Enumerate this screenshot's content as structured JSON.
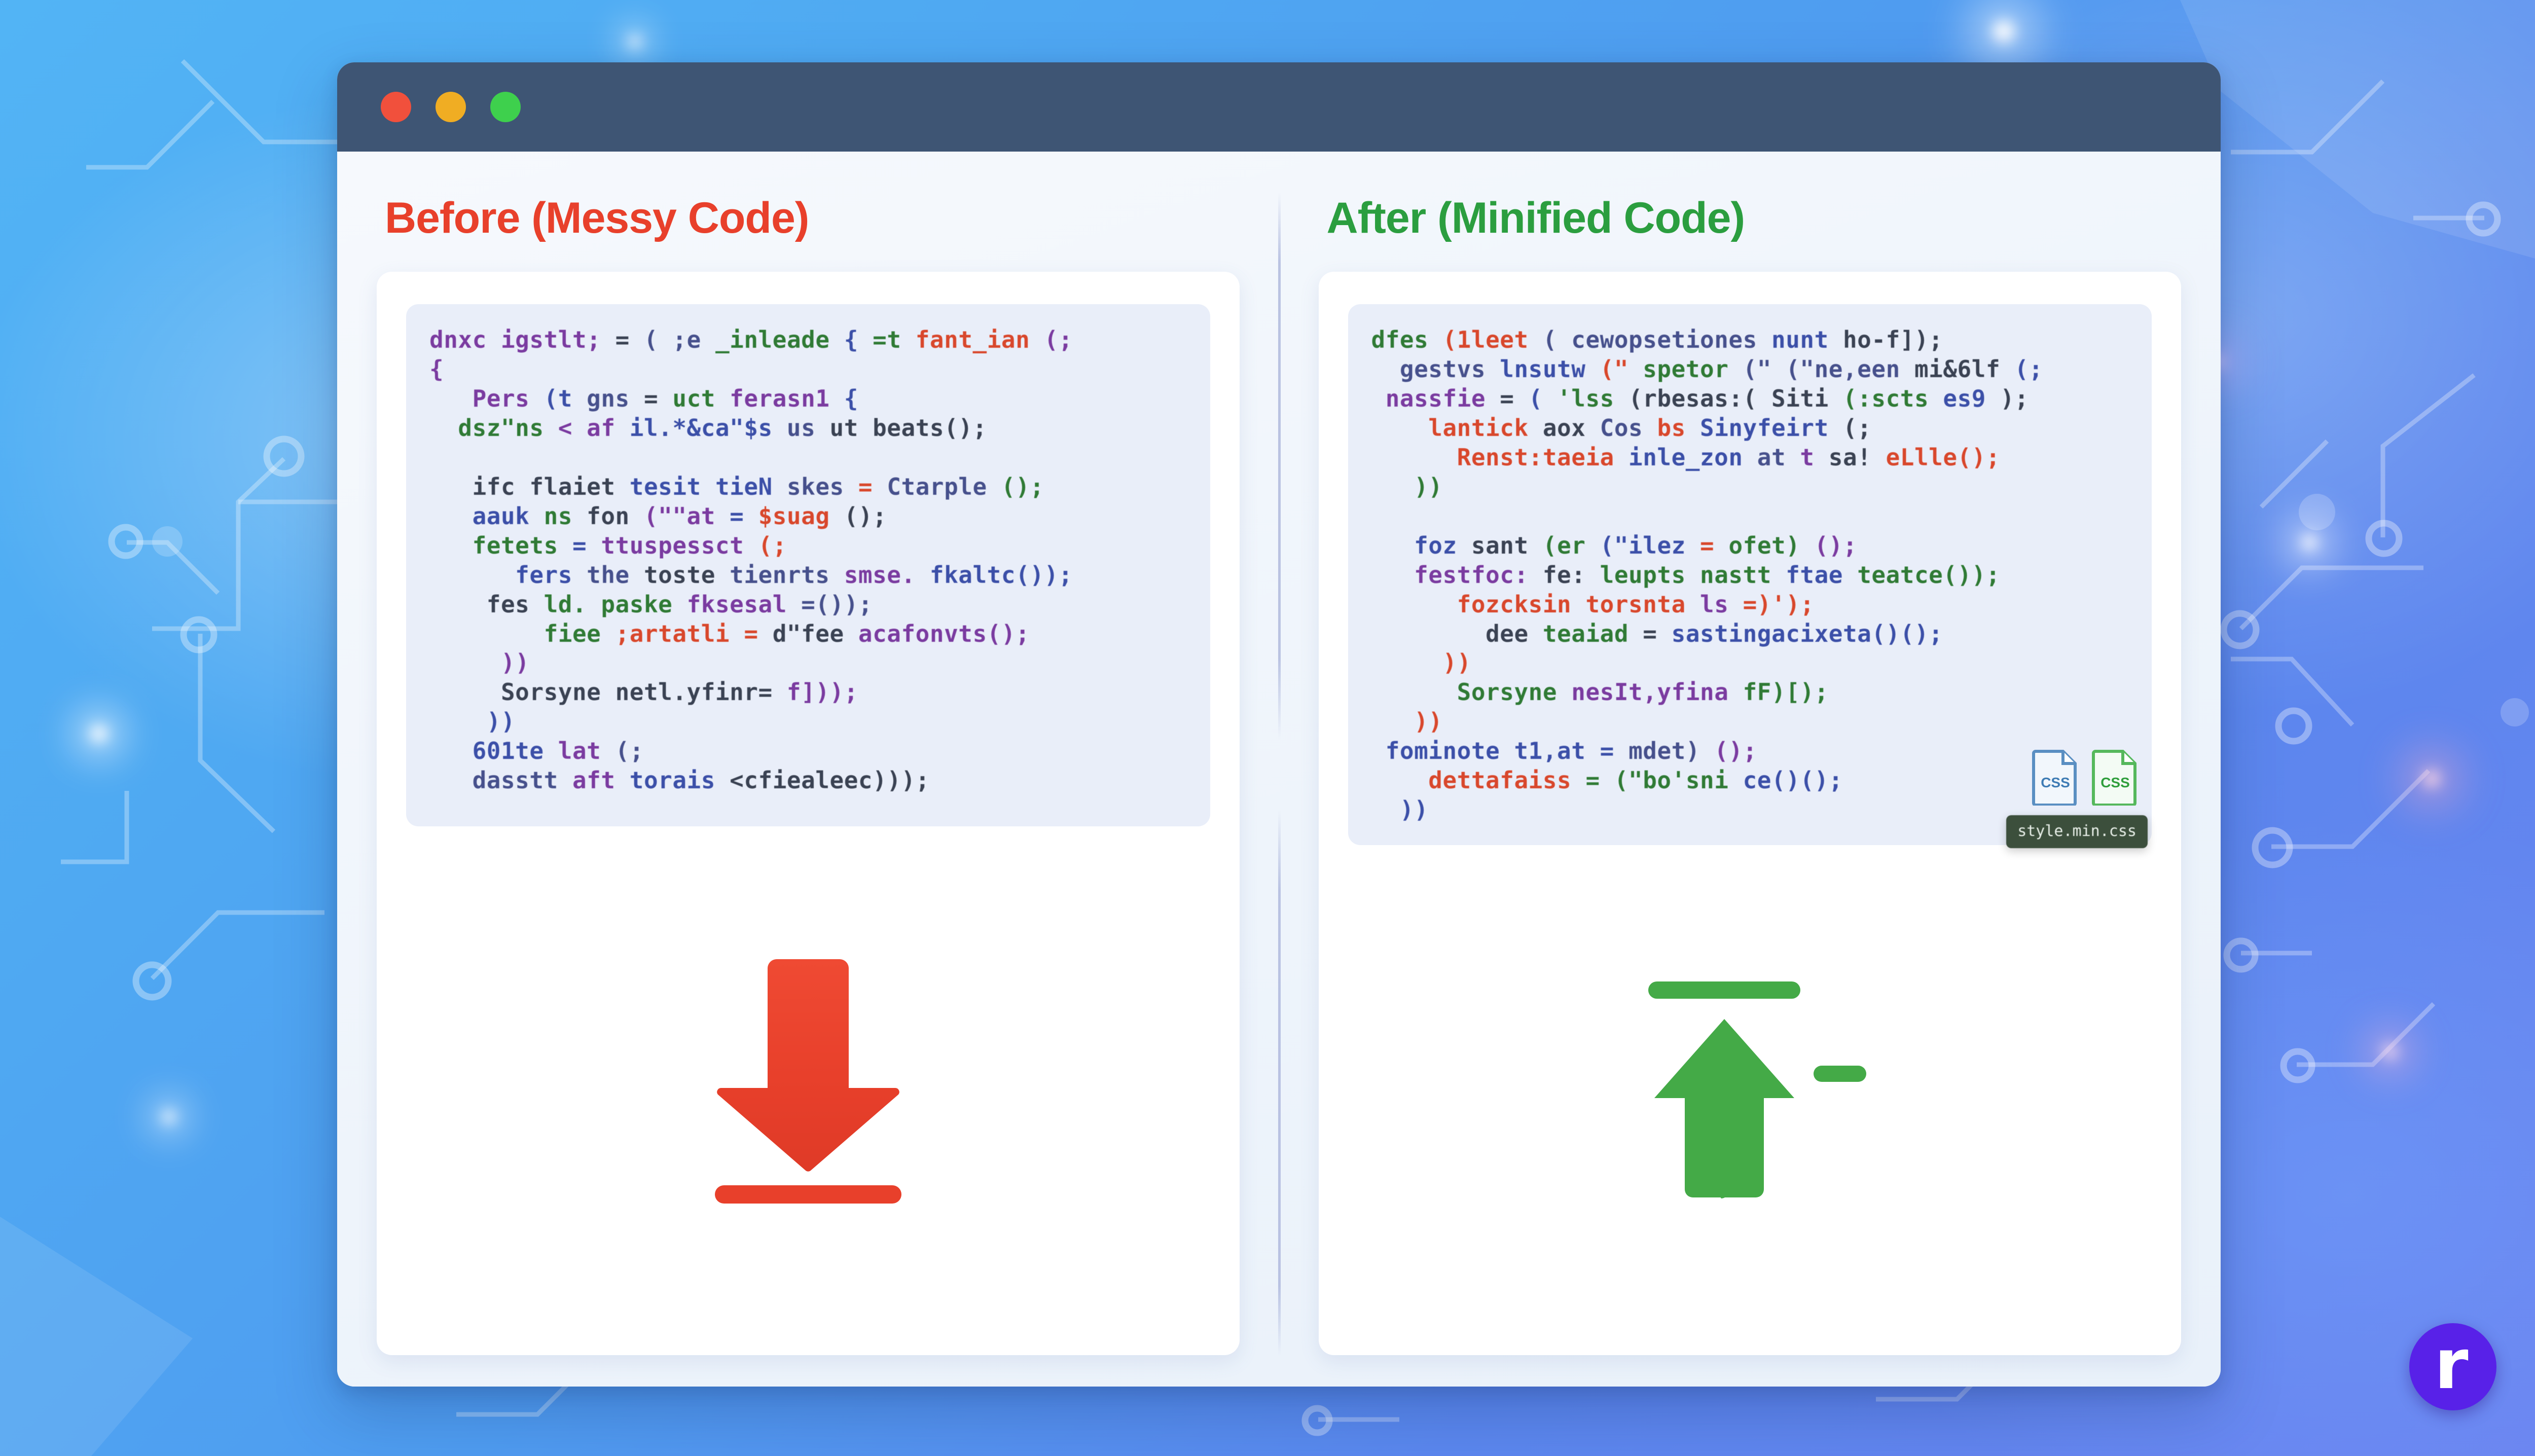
{
  "window": {
    "titlebar": {
      "close_label": "close",
      "minimize_label": "minimize",
      "maximize_label": "maximize"
    }
  },
  "panels": {
    "left": {
      "title": "Before (Messy Code)",
      "title_color": "#e8402b",
      "code_lines": [
        "dnxc igstlt; = ( ;e _inleade { =t fant_ian (;",
        "{",
        "   Pers (t gns = uct ferasn1 {",
        "  dsz\"ns < af il.*&ca\"$s us ut beats();",
        "",
        "   ifc flaiet tesit tieN skes = Ctarple ();",
        "   aauk ns fon (\"\"at = $suag ();",
        "   fetets = ttuspessct (;",
        "      fers the toste tienrts smse. fkaltc());",
        "    fes ld. paske fksesal =());",
        "        fiee ;artatli = d\"fee acafonvts();",
        "     ))",
        "     Sorsyne netl.yfinr= f]));",
        "    ))",
        "   601te lat (;",
        "   dasstt aft torais <cfiealeec)));"
      ],
      "arrow_icon": "download-arrow-icon",
      "arrow_color": "#e8402b"
    },
    "right": {
      "title": "After (Minified Code)",
      "title_color": "#2b9e3f",
      "code_lines": [
        "dfes (1leet ( cewopsetiones nunt ho-f]);",
        "  gestvs lnsutw (\" spetor (\" (\"ne,een mi&6lf (;",
        " nassfie = ( 'lss (rbesas:( Siti (:scts es9 );",
        "    lantick aox Cos bs Sinyfeirt (;",
        "      Renst:taeia inle_zon at t sa! eLlle();",
        "   ))",
        "",
        "   foz sant (er (\"ilez = ofet) ();",
        "   festfoc: fe: leupts nastt ftae teatce());",
        "      fozcksin torsnta ls =)');",
        "        dee teaiad = sastingacixeta()();",
        "     ))",
        "      Sorsyne nesIt,yfina fF)[);",
        "   ))",
        " fominote t1,at = mdet) ();",
        "    dettafaiss = (\"bo'sni ce()();",
        "  ))"
      ],
      "file_badges": [
        {
          "label": "CSS",
          "color": "#5a8fc2",
          "name": "css-file-icon-original"
        },
        {
          "label": "CSS",
          "color": "#55b85c",
          "name": "css-file-icon-minified"
        }
      ],
      "tooltip": "style.min.css",
      "arrow_icon": "upload-arrow-icon",
      "arrow_color": "#44aa47"
    }
  },
  "logo": {
    "letter": "r",
    "background": "#5821e8",
    "letter_color": "#ffffff"
  }
}
